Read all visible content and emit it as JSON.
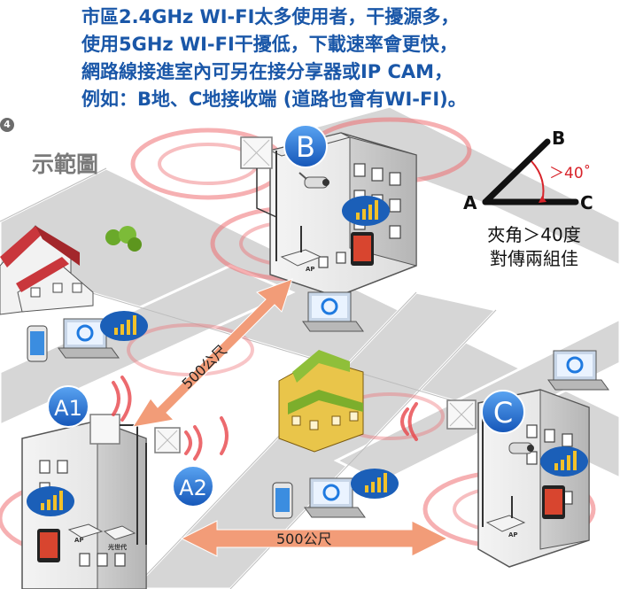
{
  "intro_lines": [
    "市區2.4GHz  WI-FI太多使用者，干擾源多，",
    "使用5GHz  WI-FI干擾低，下載速率會更快，",
    "網路線接進室內可另在接分享器或IP CAM，",
    "例如：B地、C地接收端 (道路也會有WI-FI)。"
  ],
  "step_number": "4",
  "caption": "示範圖",
  "angle_diagram": {
    "point_a": "A",
    "point_b": "B",
    "point_c": "C",
    "angle_label": "＞40˚",
    "note_lines": [
      "夾角＞40度",
      "對傳兩組佳"
    ]
  },
  "sites": {
    "b": "B",
    "c": "C",
    "a1": "A1",
    "a2": "A2"
  },
  "distances": {
    "diagonal": "500公尺",
    "horizontal": "500公尺"
  },
  "device_labels": {
    "ap": "AP",
    "modem": "光世代"
  },
  "colors": {
    "heading_blue": "#1a57a8",
    "road_gray": "#d3d3d3",
    "signal_red": "#e8454a",
    "arrow_orange": "#f29c78",
    "badge_blue": "#1f6fd6"
  }
}
